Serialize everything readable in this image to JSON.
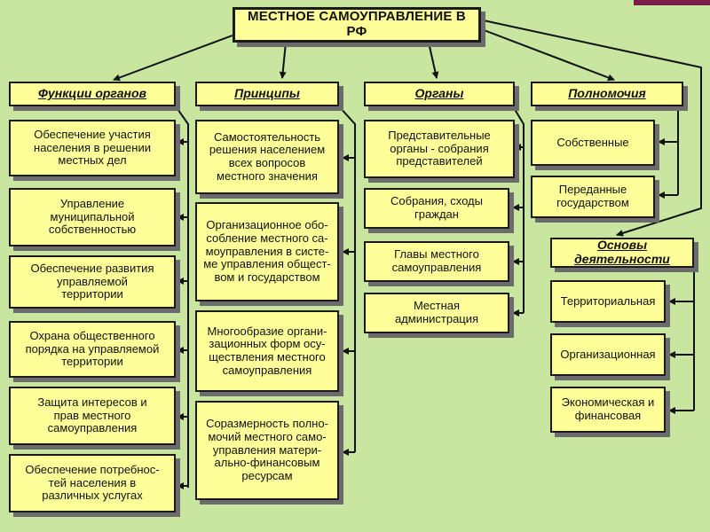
{
  "title": "МЕСТНОЕ САМОУПРАВЛЕНИЕ В РФ",
  "colors": {
    "background": "#c8e6a0",
    "box_fill": "#ffff99",
    "border": "#1a1a1a",
    "shadow": "#6c6c6c"
  },
  "columns": {
    "functions": {
      "heading": "Функции органов",
      "items": [
        "Обеспечение участия\nнаселения в решении\nместных дел",
        "Управление\nмуниципальной\nсобственностью",
        "Обеспечение развития\nуправляемой\nтерритории",
        "Охрана общественного\nпорядка на управляемой\nтерритории",
        "Защита интересов и\nправ местного\nсамоуправления",
        "Обеспечение потребнос-\nтей населения в\nразличных услугах"
      ]
    },
    "principles": {
      "heading": "Принципы",
      "items": [
        "Самостоятельность\nрешения населением\nвсех вопросов\nместного значения",
        "Организационное обо-\nсобление местного са-\nмоуправления в систе-\nме управления общест-\nвом и государством",
        "Многообразие органи-\nзационных форм осу-\nществления местного\nсамоуправления",
        "Соразмерность полно-\nмочий местного само-\nуправления матери-\nально-финансовым\nресурсам"
      ]
    },
    "organs": {
      "heading": "Органы",
      "items": [
        "Представительные\nорганы - собрания\nпредставителей",
        "Собрания, сходы\nграждан",
        "Главы местного\nсамоуправления",
        "Местная\nадминистрация"
      ]
    },
    "powers": {
      "heading": "Полномочия",
      "items": [
        "Собственные",
        "Переданные\nгосударством"
      ]
    },
    "foundations": {
      "heading": "Основы деятельности",
      "items": [
        "Территориальная",
        "Организационная",
        "Экономическая и\nфинансовая"
      ]
    }
  }
}
